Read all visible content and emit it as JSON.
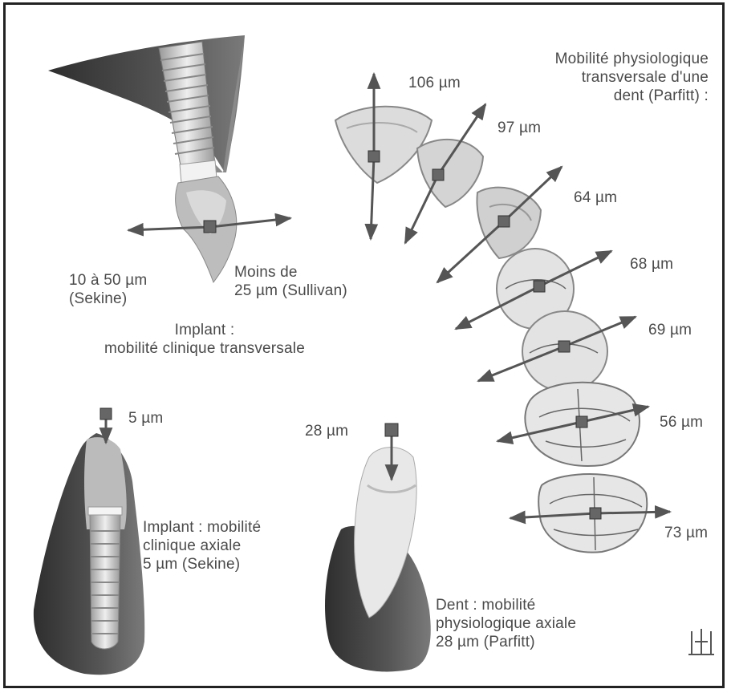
{
  "title": [
    "Mobilité physiologique",
    "transversale d'une",
    "dent (Parfitt) :"
  ],
  "implant_transverse": {
    "left_value": [
      "10 à 50 µm",
      "(Sekine)"
    ],
    "right_value": [
      "Moins de",
      "25 µm (Sullivan)"
    ],
    "caption": [
      "Implant :",
      "mobilité clinique transversale"
    ]
  },
  "tooth_arch_values": [
    {
      "label": "106 µm"
    },
    {
      "label": "97 µm"
    },
    {
      "label": "64 µm"
    },
    {
      "label": "68 µm"
    },
    {
      "label": "69 µm"
    },
    {
      "label": "56 µm"
    },
    {
      "label": "73 µm"
    }
  ],
  "implant_axial": {
    "value": "5 µm",
    "caption": [
      "Implant : mobilité",
      "clinique axiale",
      "5 µm (Sekine)"
    ]
  },
  "tooth_axial": {
    "value": "28 µm",
    "caption": [
      "Dent : mobilité",
      "physiologique axiale",
      "28 µm (Parfitt)"
    ]
  },
  "colors": {
    "frame": "#222222",
    "arrow": "#555555",
    "marker": "#666666",
    "bone_dark": "#3a3a3a",
    "bone_mid": "#6a6a6a",
    "tooth": "#e6e6e6",
    "implant": "#cfcfcf"
  }
}
